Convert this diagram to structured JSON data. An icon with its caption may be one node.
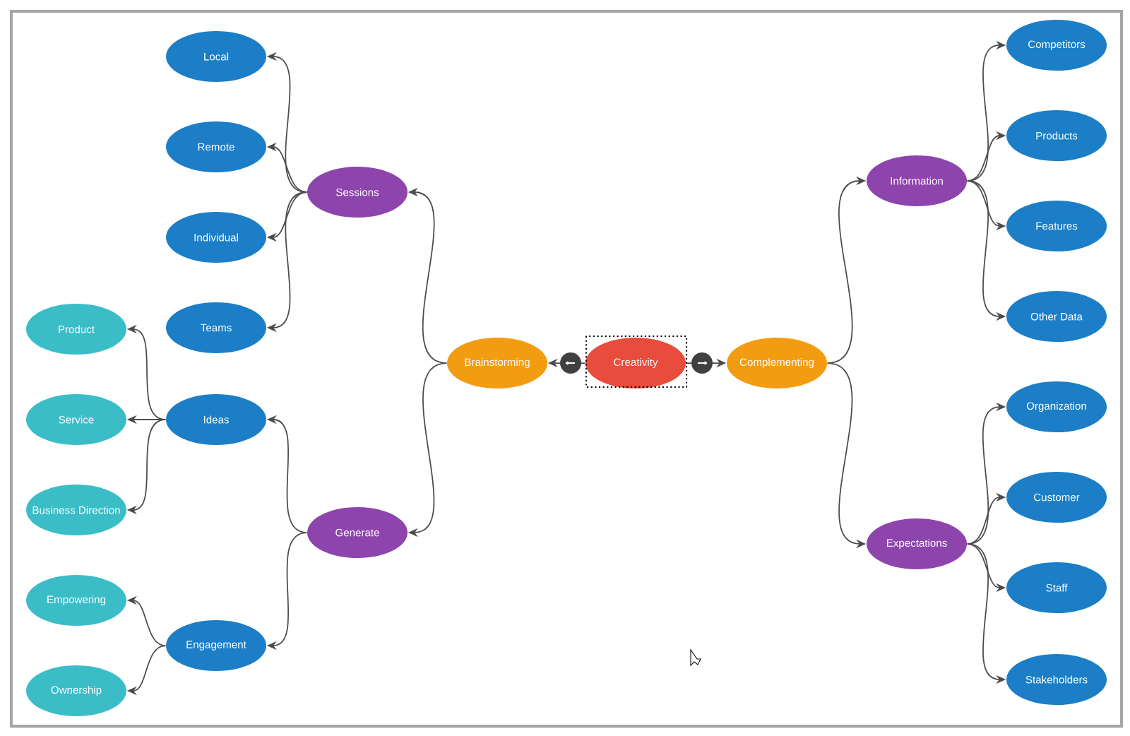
{
  "diagram": {
    "nodes": [
      {
        "text": [
          "Creativity"
        ]
      },
      {
        "text": [
          "Brainstorming"
        ]
      },
      {
        "text": [
          "Complementing"
        ]
      },
      {
        "text": [
          "Sessions"
        ]
      },
      {
        "text": [
          "Generate"
        ]
      },
      {
        "text": [
          "Information"
        ]
      },
      {
        "text": [
          "Expectations"
        ]
      },
      {
        "text": [
          "Local"
        ]
      },
      {
        "text": [
          "Remote"
        ]
      },
      {
        "text": [
          "Individual"
        ]
      },
      {
        "text": [
          "Teams"
        ]
      },
      {
        "text": [
          "Ideas"
        ]
      },
      {
        "text": [
          "Engagement"
        ]
      },
      {
        "text": [
          "Product"
        ]
      },
      {
        "text": [
          "Service"
        ]
      },
      {
        "text": [
          "Business Direction"
        ]
      },
      {
        "text": [
          "Empowering"
        ]
      },
      {
        "text": [
          "Ownership"
        ]
      },
      {
        "text": [
          "Competitors"
        ]
      },
      {
        "text": [
          "Products"
        ]
      },
      {
        "text": [
          "Features"
        ]
      },
      {
        "text": [
          "Other Data"
        ]
      },
      {
        "text": [
          "Organization"
        ]
      },
      {
        "text": [
          "Customer"
        ]
      },
      {
        "text": [
          "Staff"
        ]
      },
      {
        "text": [
          "Stakeholders"
        ]
      }
    ],
    "edges": [
      {
        "from": 0,
        "to": 1,
        "arrow": "to"
      },
      {
        "from": 0,
        "to": 2,
        "arrow": "to"
      },
      {
        "from": 1,
        "to": 3,
        "arrow": "to"
      },
      {
        "from": 1,
        "to": 4,
        "arrow": "to"
      },
      {
        "from": 2,
        "to": 5,
        "arrow": "to"
      },
      {
        "from": 2,
        "to": 6,
        "arrow": "to"
      },
      {
        "from": 3,
        "to": 7,
        "arrow": "to"
      },
      {
        "from": 3,
        "to": 8,
        "arrow": "to"
      },
      {
        "from": 3,
        "to": 9,
        "arrow": "to"
      },
      {
        "from": 3,
        "to": 10,
        "arrow": "to"
      },
      {
        "from": 4,
        "to": 11,
        "arrow": "to"
      },
      {
        "from": 4,
        "to": 12,
        "arrow": "to"
      },
      {
        "from": 11,
        "to": 13,
        "arrow": "to"
      },
      {
        "from": 11,
        "to": 14,
        "arrow": "to"
      },
      {
        "from": 11,
        "to": 15,
        "arrow": "to"
      },
      {
        "from": 12,
        "to": 16,
        "arrow": "to"
      },
      {
        "from": 12,
        "to": 17,
        "arrow": "to"
      },
      {
        "from": 5,
        "to": 18,
        "arrow": "to"
      },
      {
        "from": 5,
        "to": 19,
        "arrow": "to"
      },
      {
        "from": 5,
        "to": 20,
        "arrow": "to"
      },
      {
        "from": 5,
        "to": 21,
        "arrow": "to"
      },
      {
        "from": 6,
        "to": 22,
        "arrow": "to"
      },
      {
        "from": 6,
        "to": 23,
        "arrow": "to"
      },
      {
        "from": 6,
        "to": 24,
        "arrow": "to"
      },
      {
        "from": 6,
        "to": 25,
        "arrow": "to"
      }
    ]
  }
}
